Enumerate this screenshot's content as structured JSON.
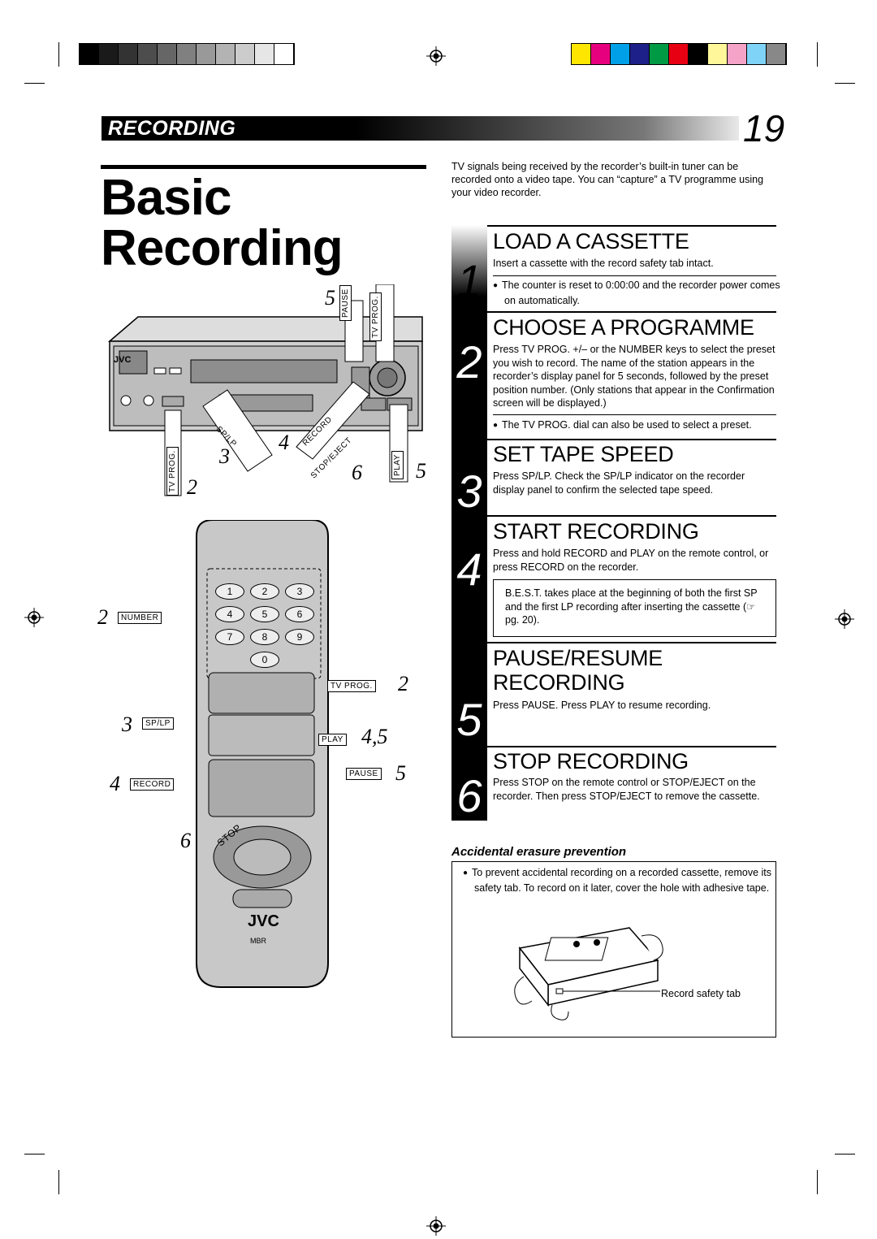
{
  "header": {
    "section_label": "RECORDING",
    "page_number": "19"
  },
  "title_lines": [
    "Basic",
    "Recording"
  ],
  "intro": "TV signals being received by the recorder’s built-in tuner can be recorded onto a video tape. You can “capture” a TV programme using your video recorder.",
  "steps": [
    {
      "number": "1",
      "title": "LOAD A CASSETTE",
      "text": "Insert a cassette with the record safety tab intact.",
      "bullet": "The counter is reset to 0:00:00 and the recorder power comes on automatically."
    },
    {
      "number": "2",
      "title": "CHOOSE A PROGRAMME",
      "text": "Press TV PROG. +/– or the NUMBER keys to select the preset you wish to record. The name of the station appears in the recorder’s display panel for 5 seconds, followed by the preset position number. (Only stations that appear in the Confirmation screen will be displayed.)",
      "bullet": "The TV PROG. dial can also be used to select a preset."
    },
    {
      "number": "3",
      "title": "SET TAPE SPEED",
      "text": "Press SP/LP. Check the SP/LP indicator on the recorder display panel to confirm the selected tape speed."
    },
    {
      "number": "4",
      "title": "START RECORDING",
      "text": "Press and hold RECORD and PLAY on the remote control, or press RECORD on the recorder.",
      "note": "B.E.S.T. takes place at the beginning of both the first SP and the first LP recording after inserting the cassette (☞ pg. 20)."
    },
    {
      "number": "5",
      "title_lines": [
        "PAUSE/RESUME",
        "RECORDING"
      ],
      "text": "Press PAUSE. Press PLAY to resume recording."
    },
    {
      "number": "6",
      "title": "STOP RECORDING",
      "text": "Press STOP on the remote control or STOP/EJECT on the recorder. Then press STOP/EJECT to remove the cassette."
    }
  ],
  "erasure": {
    "title": "Accidental erasure prevention",
    "bullet": "To prevent accidental recording on a recorded cassette, remove its safety tab. To record on it later, cover the hole with adhesive tape.",
    "tab_label": "Record safety tab"
  },
  "vcr": {
    "brand": "JVC",
    "labels": {
      "pause": "PAUSE",
      "tv_prog": "TV PROG.",
      "sp_lp": "SP/LP",
      "record": "RECORD",
      "stop_eject": "STOP/EJECT",
      "play": "PLAY"
    },
    "callouts": {
      "pause": "5",
      "tv_prog": "2",
      "sp_lp": "3",
      "record": "4",
      "stop_eject": "6",
      "play": "5"
    }
  },
  "remote": {
    "brand": "JVC",
    "model_mark": "MBR",
    "keys": [
      "1",
      "2",
      "3",
      "4",
      "5",
      "6",
      "7",
      "8",
      "9",
      "0"
    ],
    "labels": {
      "number": "NUMBER",
      "tv_prog": "TV PROG.",
      "sp_lp": "SP/LP",
      "play": "PLAY",
      "record": "RECORD",
      "pause": "PAUSE",
      "stop": "STOP"
    },
    "callouts": {
      "number": "2",
      "tv_prog": "2",
      "sp_lp": "3",
      "play": "4,5",
      "record": "4",
      "pause": "5",
      "stop": "6"
    }
  },
  "colors": {
    "grey_steps": [
      "#000000",
      "#1a1a1a",
      "#333333",
      "#4d4d4d",
      "#666666",
      "#808080",
      "#999999",
      "#b3b3b3",
      "#cccccc",
      "#e6e6e6",
      "#ffffff"
    ],
    "color_steps": [
      "#ffe600",
      "#e6007e",
      "#00a0e9",
      "#1d2088",
      "#009944",
      "#e60012",
      "#000000",
      "#fff799",
      "#f5a3c7",
      "#7fd3f7",
      "#888888"
    ]
  }
}
